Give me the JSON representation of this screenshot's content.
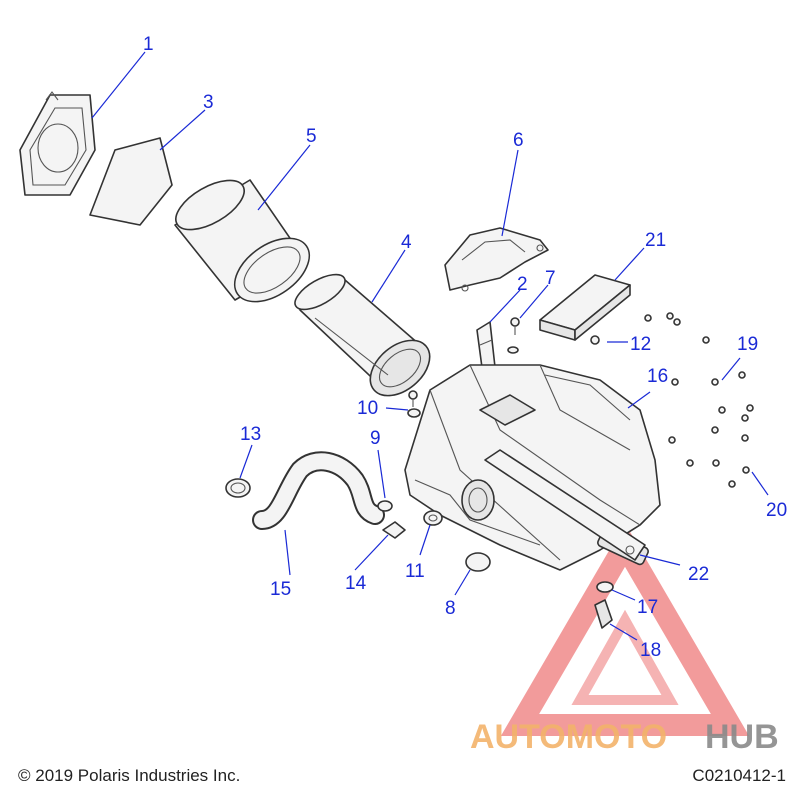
{
  "diagram": {
    "callouts": [
      "1",
      "2",
      "3",
      "4",
      "5",
      "6",
      "7",
      "8",
      "9",
      "10",
      "11",
      "12",
      "13",
      "14",
      "15",
      "16",
      "17",
      "18",
      "19",
      "20",
      "21",
      "22"
    ]
  },
  "watermark": {
    "text_left": "AUTOMOTO",
    "text_right": "HUB",
    "color_red": "#e85b5b",
    "color_orange": "#f3b36b",
    "color_gray": "#8a8a8a"
  },
  "footer": {
    "copyright": "© 2019 Polaris Industries Inc.",
    "drawing_code": "C0210412-1"
  },
  "colors": {
    "callout": "#1a2ad6",
    "line": "#333333"
  }
}
